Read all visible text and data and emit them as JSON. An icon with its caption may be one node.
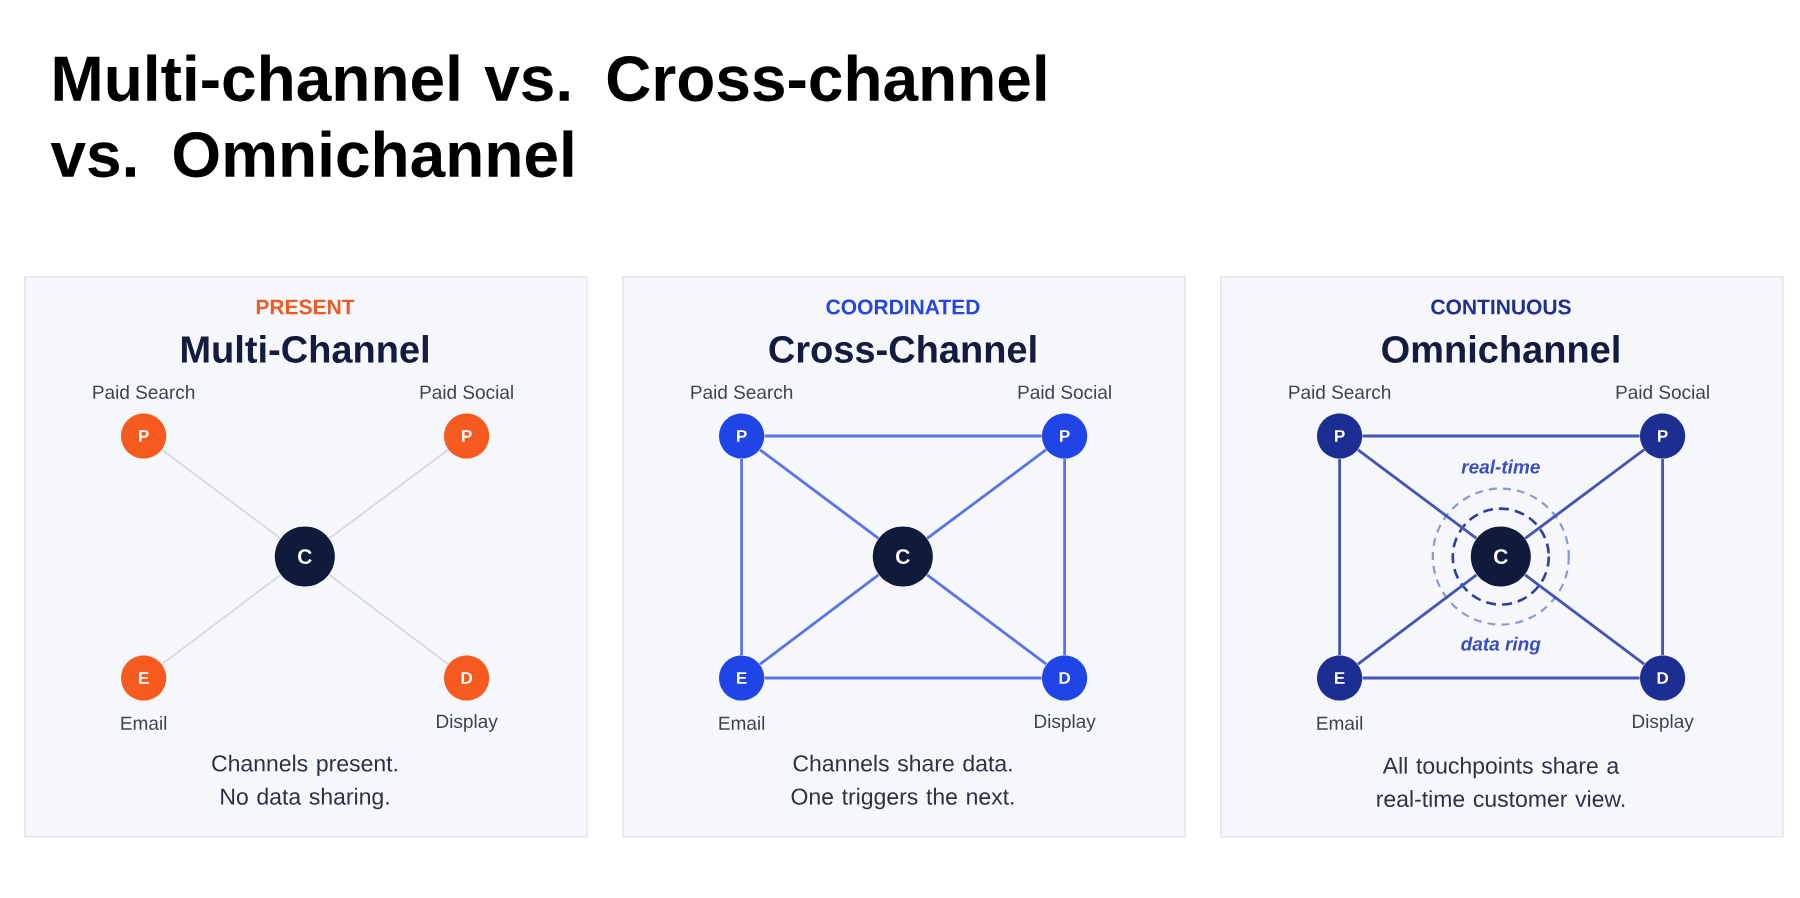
{
  "diagram": {
    "title": "Multi-channel vs. Cross-channel vs. Omnichannel",
    "nodes": [
      {
        "text": [
          "PRESENT",
          "Multi-Channel",
          "Channels present. No data sharing."
        ]
      },
      {
        "text": [
          "P"
        ],
        "beside": [
          "Paid Search"
        ],
        "in": 0
      },
      {
        "text": [
          "P"
        ],
        "beside": [
          "Paid Social"
        ],
        "in": 0
      },
      {
        "text": [
          "C"
        ],
        "in": 0
      },
      {
        "text": [
          "E"
        ],
        "beside": [
          "Email"
        ],
        "in": 0
      },
      {
        "text": [
          "D"
        ],
        "beside": [
          "Display"
        ],
        "in": 0
      },
      {
        "text": [
          "COORDINATED",
          "Cross-Channel",
          "Channels share data. One triggers the next."
        ]
      },
      {
        "text": [
          "P"
        ],
        "beside": [
          "Paid Search"
        ],
        "in": 6
      },
      {
        "text": [
          "P"
        ],
        "beside": [
          "Paid Social"
        ],
        "in": 6
      },
      {
        "text": [
          "C"
        ],
        "in": 6
      },
      {
        "text": [
          "E"
        ],
        "beside": [
          "Email"
        ],
        "in": 6
      },
      {
        "text": [
          "D"
        ],
        "beside": [
          "Display"
        ],
        "in": 6
      },
      {
        "text": [
          "CONTINUOUS",
          "Omnichannel",
          "All touchpoints share a real-time customer view."
        ]
      },
      {
        "text": [
          "P"
        ],
        "beside": [
          "Paid Search"
        ],
        "in": 12
      },
      {
        "text": [
          "P"
        ],
        "beside": [
          "Paid Social"
        ],
        "in": 12
      },
      {
        "text": [
          "C"
        ],
        "beside": [
          "real-time",
          "data ring"
        ],
        "in": 12
      },
      {
        "text": [
          "E"
        ],
        "beside": [
          "Email"
        ],
        "in": 12
      },
      {
        "text": [
          "D"
        ],
        "beside": [
          "Display"
        ],
        "in": 12
      }
    ],
    "edges": [
      {
        "from": 3,
        "to": 1,
        "arrow": "none",
        "color": "#d6d9df"
      },
      {
        "from": 3,
        "to": 2,
        "arrow": "none",
        "color": "#d6d9df"
      },
      {
        "from": 3,
        "to": 4,
        "arrow": "none",
        "color": "#d6d9df"
      },
      {
        "from": 3,
        "to": 5,
        "arrow": "none",
        "color": "#d6d9df"
      },
      {
        "from": 7,
        "to": 8,
        "arrow": "none"
      },
      {
        "from": 7,
        "to": 10,
        "arrow": "none"
      },
      {
        "from": 8,
        "to": 11,
        "arrow": "none"
      },
      {
        "from": 10,
        "to": 11,
        "arrow": "none"
      },
      {
        "from": 9,
        "to": 7,
        "arrow": "none"
      },
      {
        "from": 9,
        "to": 8,
        "arrow": "none"
      },
      {
        "from": 9,
        "to": 10,
        "arrow": "none"
      },
      {
        "from": 9,
        "to": 11,
        "arrow": "none"
      },
      {
        "from": 13,
        "to": 14,
        "arrow": "none",
        "color": "#4254b6"
      },
      {
        "from": 13,
        "to": 16,
        "arrow": "none",
        "color": "#4254b6"
      },
      {
        "from": 14,
        "to": 17,
        "arrow": "none",
        "color": "#4254b6"
      },
      {
        "from": 16,
        "to": 17,
        "arrow": "none",
        "color": "#4254b6"
      },
      {
        "from": 15,
        "to": 13,
        "arrow": "none",
        "color": "#4254b6"
      },
      {
        "from": 15,
        "to": 14,
        "arrow": "none",
        "color": "#4254b6"
      },
      {
        "from": 15,
        "to": 16,
        "arrow": "none",
        "color": "#4254b6"
      },
      {
        "from": 15,
        "to": 17,
        "arrow": "none",
        "color": "#4254b6"
      }
    ]
  }
}
